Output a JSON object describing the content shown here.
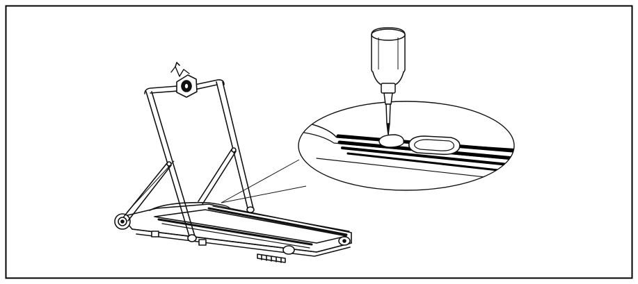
{
  "diagram": {
    "frame_color": "#000000",
    "line_color": "#111111",
    "fill_light": "#ffffff",
    "fill_dark": "#000000",
    "subjects": [
      "treadmill",
      "lubricant-bottle",
      "magnified-belt-detail"
    ]
  }
}
